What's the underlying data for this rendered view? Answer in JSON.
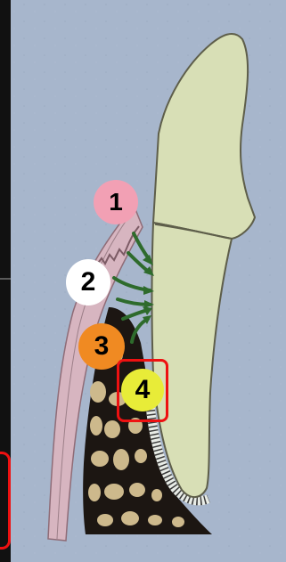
{
  "markers": [
    {
      "label": "1",
      "fill": "#f2a0b4",
      "text_color": "#000000"
    },
    {
      "label": "2",
      "fill": "#ffffff",
      "text_color": "#000000"
    },
    {
      "label": "3",
      "fill": "#f08a22",
      "text_color": "#000000"
    },
    {
      "label": "4",
      "fill": "#e8ec38",
      "text_color": "#000000"
    }
  ],
  "highlight_box_color": "#ee1111",
  "colors": {
    "background": "#111111",
    "panel": "#a7b6cc",
    "tooth": "#d8dfb6",
    "gingiva": "#d7b5c0",
    "bone": "#1c1612",
    "marrow": "#cdb98c",
    "fibers": "#2e6b2c"
  },
  "icons": [
    "tooth-crown-icon",
    "green-arrow-icon"
  ]
}
